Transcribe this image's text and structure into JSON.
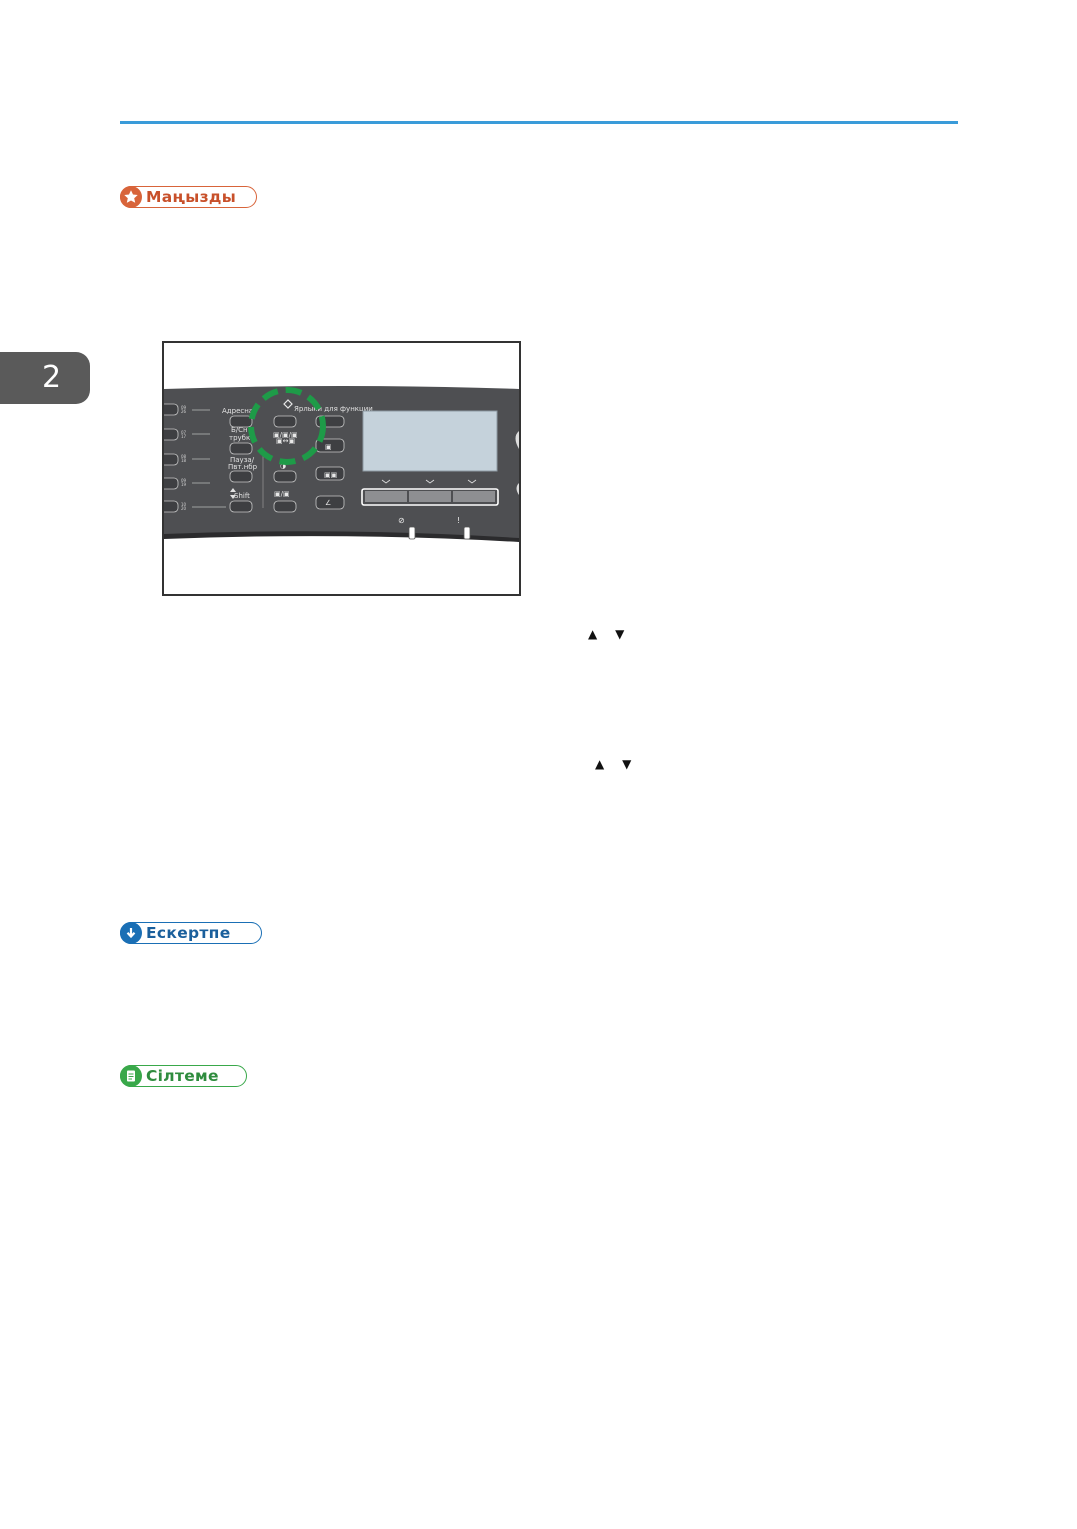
{
  "chapter": {
    "number": "2"
  },
  "badges": {
    "important": {
      "label": "Маңызды",
      "color": "#d8643a",
      "icon": "star-icon"
    },
    "note": {
      "label": "Ескертпе",
      "color": "#1a6fb5",
      "icon": "down-arrow-icon"
    },
    "reference": {
      "label": "Сілтеме",
      "color": "#39a84a",
      "icon": "document-icon"
    }
  },
  "panel": {
    "labels": {
      "address_book": "Адресна",
      "hook": "Б/Сн трубк",
      "pause": "Пауза/ Пвт.нбр",
      "shift": "Shift",
      "special_functions": "Ярлыки для функции"
    },
    "one_touch_codes": [
      "09\n26",
      "07\n17",
      "08\n18",
      "09\n19",
      "10\n20"
    ],
    "highlight_color": "#1e9b48"
  },
  "arrow_lines": [
    {
      "up": "▲",
      "down": "▼"
    },
    {
      "up": "▲",
      "down": "▼"
    }
  ]
}
